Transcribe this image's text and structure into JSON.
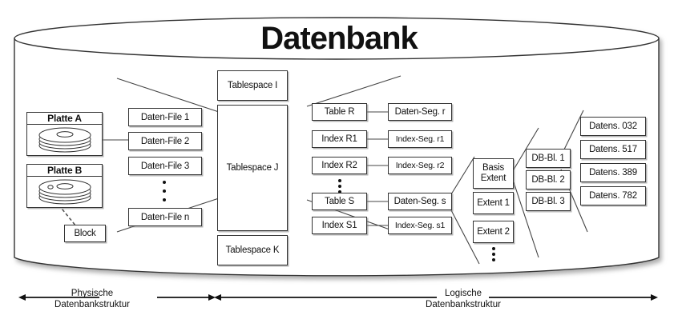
{
  "diagram": {
    "title": "Datenbank",
    "physical": {
      "disks": [
        {
          "label": "Platte A",
          "icon": "disk-platter-icon"
        },
        {
          "label": "Platte B",
          "icon": "disk-platter-icon"
        }
      ],
      "block": "Block",
      "data_files": [
        "Daten-File 1",
        "Daten-File 2",
        "Daten-File 3",
        "Daten-File n"
      ],
      "data_files_ellipsis": "vertical-ellipsis"
    },
    "tablespaces": [
      "Tablespace I",
      "Tablespace J",
      "Tablespace K"
    ],
    "objects": [
      "Table R",
      "Index R1",
      "Index R2",
      "Table S",
      "Index S1"
    ],
    "objects_ellipsis": "vertical-ellipsis",
    "segments": [
      "Daten-Seg. r",
      "Index-Seg. r1",
      "Index-Seg. r2",
      "Daten-Seg. s",
      "Index-Seg. s1"
    ],
    "extents": [
      "Basis Extent",
      "Extent 1",
      "Extent 2"
    ],
    "extents_ellipsis": "vertical-ellipsis",
    "blocks": [
      "DB-Bl. 1",
      "DB-Bl. 2",
      "DB-Bl. 3"
    ],
    "records": [
      "Datens. 032",
      "Datens. 517",
      "Datens. 389",
      "Datens. 782"
    ],
    "legend": {
      "left_line1": "Physische",
      "left_line2": "Datenbankstruktur",
      "right_line1": "Logische",
      "right_line2": "Datenbankstruktur"
    },
    "colors": {
      "stroke": "#333333",
      "text": "#111111",
      "background": "#ffffff",
      "shadow": "#999999"
    }
  }
}
